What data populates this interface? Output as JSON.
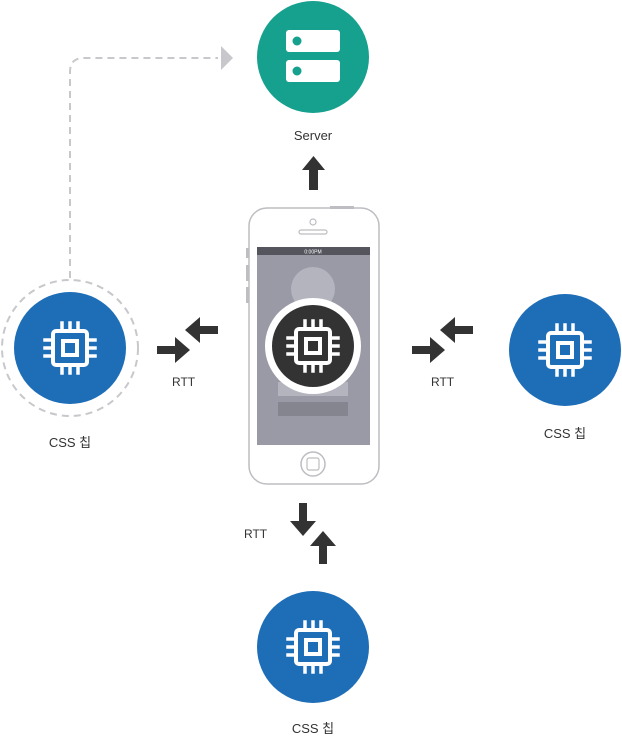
{
  "server": {
    "label": "Server",
    "color": "#16a08e",
    "icon": "server-icon"
  },
  "chips": [
    {
      "id": "left",
      "label": "CSS 칩",
      "color": "#1e6eb7",
      "icon": "chip-icon"
    },
    {
      "id": "right",
      "label": "CSS 칩",
      "color": "#1e6eb7",
      "icon": "chip-icon"
    },
    {
      "id": "bottom",
      "label": "CSS 칩",
      "color": "#1e6eb7",
      "icon": "chip-icon"
    }
  ],
  "phone": {
    "status_time": "0:00PM",
    "center_chip_color": "#333333",
    "icon": "chip-icon"
  },
  "links": {
    "left_rtt": "RTT",
    "right_rtt": "RTT",
    "bottom_rtt": "RTT"
  },
  "colors": {
    "arrow": "#333333",
    "dashed": "#c8c8cc",
    "phone_screen": "#9a9aa6"
  }
}
